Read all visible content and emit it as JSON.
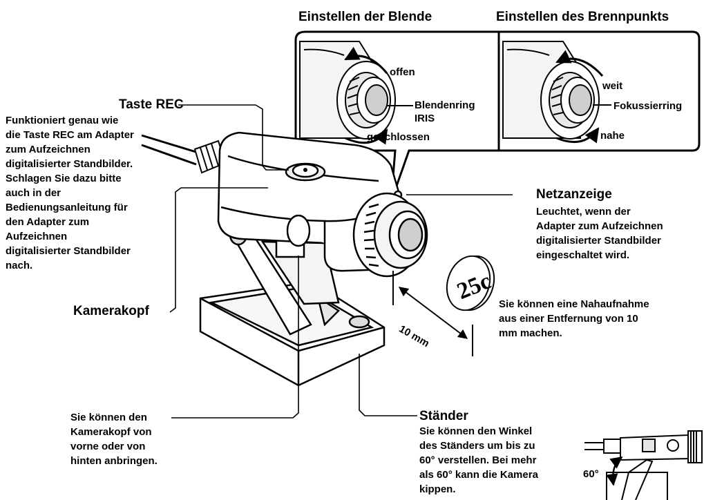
{
  "titles": {
    "aperture": "Einstellen der Blende",
    "focus": "Einstellen des Brennpunkts"
  },
  "aperture_panel": {
    "open": "offen",
    "ring_line1": "Blendenring",
    "ring_line2": "IRIS",
    "closed": "geschlossen"
  },
  "focus_panel": {
    "far": "weit",
    "ring": "Fokussierring",
    "near": "nahe"
  },
  "rec": {
    "title": "Taste REC",
    "desc": [
      "Funktioniert genau wie",
      "die Taste REC am Adapter",
      "zum Aufzeichnen",
      "digitalisierter Standbilder.",
      "Schlagen Sie dazu bitte",
      "auch in der",
      "Bedienungsanleitung für",
      "den Adapter zum",
      "Aufzeichnen",
      "digitalisierter Standbilder",
      "nach."
    ]
  },
  "power": {
    "title": "Netzanzeige",
    "desc": [
      "Leuchtet, wenn der",
      "Adapter zum Aufzeichnen",
      "digitalisierter Standbilder",
      "eingeschaltet wird."
    ]
  },
  "coin": {
    "text": "25c"
  },
  "closeup": {
    "distance": "10 mm",
    "desc": [
      "Sie können eine Nahaufnahme",
      "aus einer Entfernung von 10",
      "mm machen."
    ]
  },
  "head": {
    "title": "Kamerakopf"
  },
  "mount": {
    "desc": [
      "Sie können den",
      "Kamerakopf von",
      "vorne oder von",
      "hinten anbringen."
    ]
  },
  "stand": {
    "title": "Ständer",
    "desc": [
      "Sie können den Winkel",
      "des Ständers um bis zu",
      "60° verstellen. Bei mehr",
      "als 60° kann die Kamera",
      "kippen."
    ],
    "angle": "60°"
  }
}
